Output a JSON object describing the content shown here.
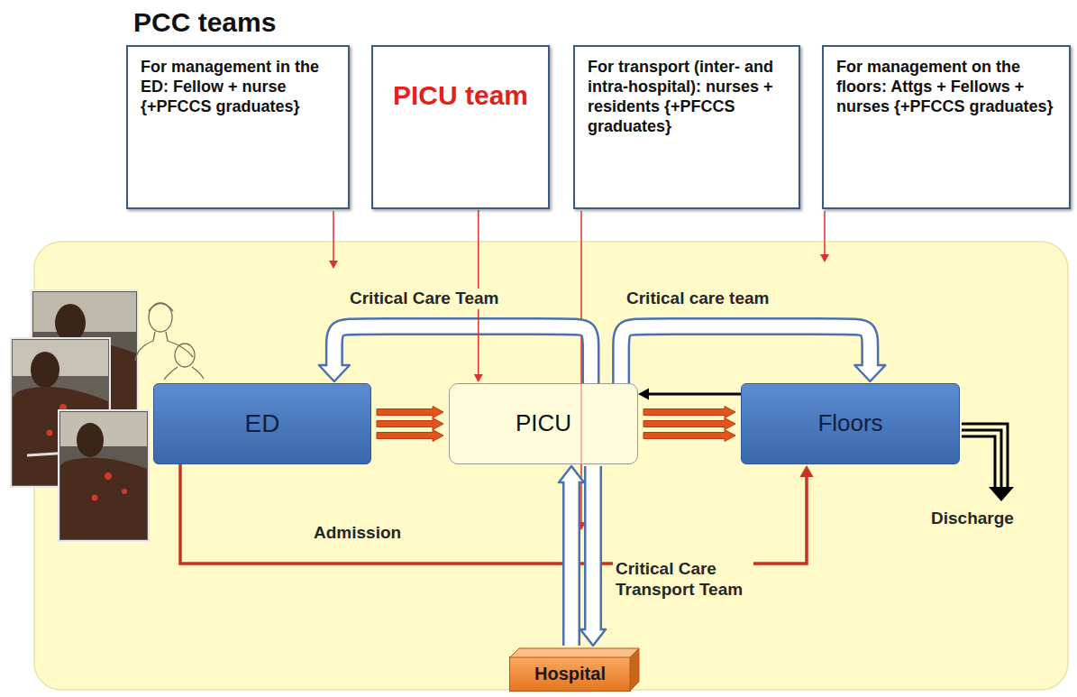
{
  "diagram": {
    "title": "PCC teams",
    "nodes": [
      {
        "text": [
          "For management in the ED: Fellow + nurse {+PFCCS graduates}"
        ]
      },
      {
        "text": [
          "PICU team"
        ]
      },
      {
        "text": [
          "For transport (inter- and intra-hospital): nurses + residents {+PFCCS graduates}"
        ]
      },
      {
        "text": [
          "For management on the floors: Attgs + Fellows + nurses {+PFCCS graduates}"
        ]
      },
      {
        "text": [
          "ED"
        ]
      },
      {
        "text": [
          "PICU"
        ]
      },
      {
        "text": [
          "Floors"
        ]
      },
      {
        "text": [
          "Hospital"
        ]
      }
    ],
    "edges": [
      {
        "from": 4,
        "to": 5,
        "arrow": "to"
      },
      {
        "from": 5,
        "to": 6,
        "arrow": "to"
      },
      {
        "from": 6,
        "to": 5,
        "arrow": "to"
      },
      {
        "from": 5,
        "to": 4,
        "label": "Critical Care Team",
        "arrow": "to"
      },
      {
        "from": 5,
        "to": 6,
        "label": "Critical care team",
        "arrow": "to"
      },
      {
        "from": 4,
        "to": 6,
        "label": "Admission",
        "arrow": "to"
      },
      {
        "from": 5,
        "to": 7,
        "label": "Critical Care Transport Team",
        "arrow": "both"
      },
      {
        "from": 1,
        "to": 5,
        "arrow": "to"
      }
    ],
    "labels": [
      "Discharge"
    ]
  }
}
